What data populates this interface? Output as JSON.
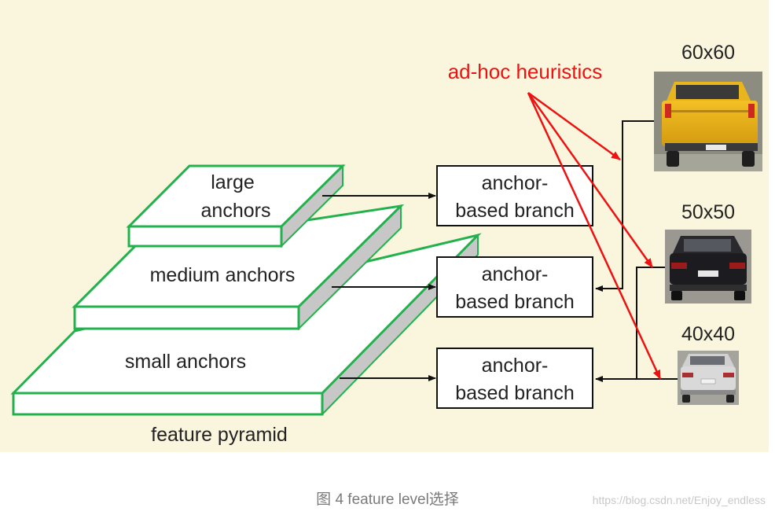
{
  "diagram": {
    "pyramid": {
      "large": [
        "large",
        "anchors"
      ],
      "medium": "medium anchors",
      "small": "small anchors",
      "caption": "feature pyramid"
    },
    "branch": [
      "anchor-",
      "based branch"
    ],
    "heuristics_label": "ad-hoc heuristics",
    "sizes": [
      "60x60",
      "50x50",
      "40x40"
    ],
    "colors": {
      "background": "#faf6dd",
      "layer_border": "#22b14c",
      "heuristics": "#ee1111",
      "arrow": "#111111"
    }
  },
  "caption": "图 4 feature level选择",
  "watermark": "https://blog.csdn.net/Enjoy_endless"
}
